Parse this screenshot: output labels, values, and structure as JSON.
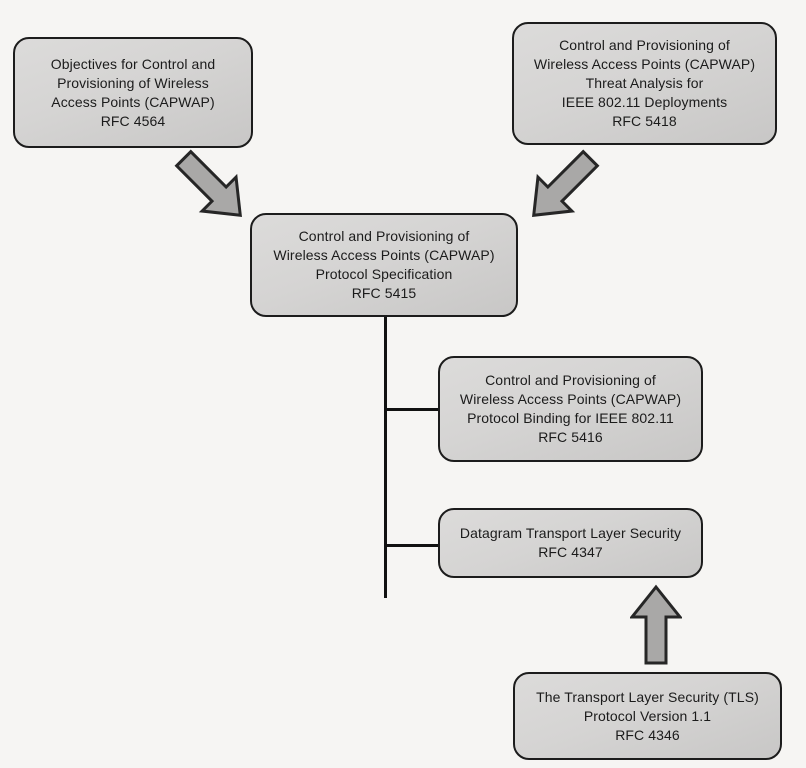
{
  "colors": {
    "background": "#f6f5f3",
    "box_fill": "#d5d4d3",
    "box_fill_dark": "#c8c7c6",
    "box_border": "#1c1c1c",
    "arrow_fill": "#a9a8a7",
    "arrow_border": "#262626",
    "text": "#1b1b1b",
    "connector": "#111111"
  },
  "nodes": {
    "rfc4564": {
      "lines": [
        "Objectives for Control and",
        "Provisioning of Wireless",
        "Access Points (CAPWAP)",
        "RFC 4564"
      ]
    },
    "rfc5418": {
      "lines": [
        "Control and Provisioning of",
        "Wireless Access Points (CAPWAP)",
        "Threat Analysis for",
        "IEEE 802.11 Deployments",
        "RFC 5418"
      ]
    },
    "rfc5415": {
      "lines": [
        "Control and Provisioning of",
        "Wireless Access Points (CAPWAP)",
        "Protocol Specification",
        "RFC 5415"
      ]
    },
    "rfc5416": {
      "lines": [
        "Control and Provisioning of",
        "Wireless Access Points (CAPWAP)",
        "Protocol Binding for IEEE 802.11",
        "RFC 5416"
      ]
    },
    "rfc4347": {
      "lines": [
        "Datagram Transport Layer Security",
        "RFC 4347"
      ]
    },
    "rfc4346": {
      "lines": [
        "The Transport Layer Security (TLS)",
        "Protocol Version 1.1",
        "RFC 4346"
      ]
    }
  }
}
